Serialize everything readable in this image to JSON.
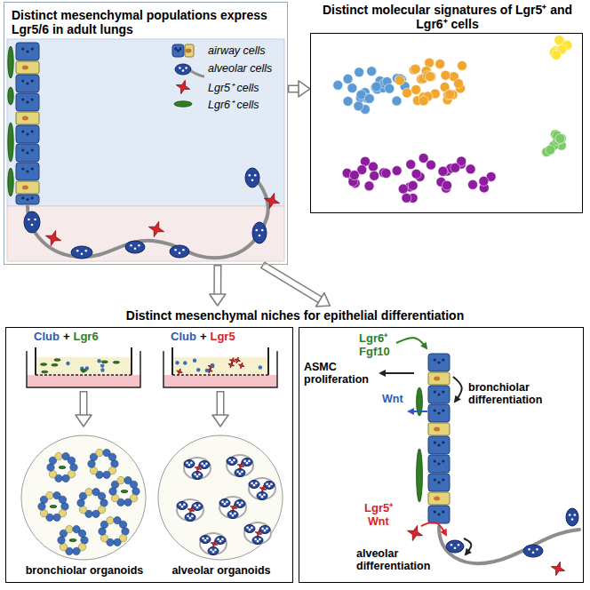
{
  "diagram": {
    "nodes": [
      {
        "text": [
          "Distinct mesenchymal populations express Lgr5/6 in adult lungs"
        ]
      },
      {
        "text": [
          "Distinct molecular signatures of Lgr5⁺ and Lgr6⁺ cells"
        ]
      },
      {
        "text": [
          "Distinct mesenchymal niches for epithelial differentiation"
        ]
      },
      {
        "text": [
          "bronchiolar organoids",
          "alveolar organoids"
        ],
        "in": 2
      },
      {
        "text": [
          "ASMC proliferation",
          "bronchiolar differentiation",
          "alveolar differentiation"
        ],
        "in": 2
      }
    ],
    "edges": [
      {
        "from": 0,
        "to": 1,
        "arrow": "to"
      },
      {
        "from": 0,
        "to": 2,
        "arrow": "to"
      },
      {
        "from": 0,
        "to": 2,
        "arrow": "to"
      }
    ],
    "labels": [
      "Club",
      "+",
      "Lgr6",
      "Club",
      "+",
      "Lgr5",
      "Lgr6⁺",
      "Fgf10",
      "Wnt",
      "Lgr5⁺",
      "Wnt"
    ],
    "legend": [
      {
        "text": "airway cells"
      },
      {
        "text": "alveolar cells"
      },
      {
        "text": "Lgr5⁺ cells"
      },
      {
        "text": "Lgr6⁺ cells"
      }
    ]
  }
}
